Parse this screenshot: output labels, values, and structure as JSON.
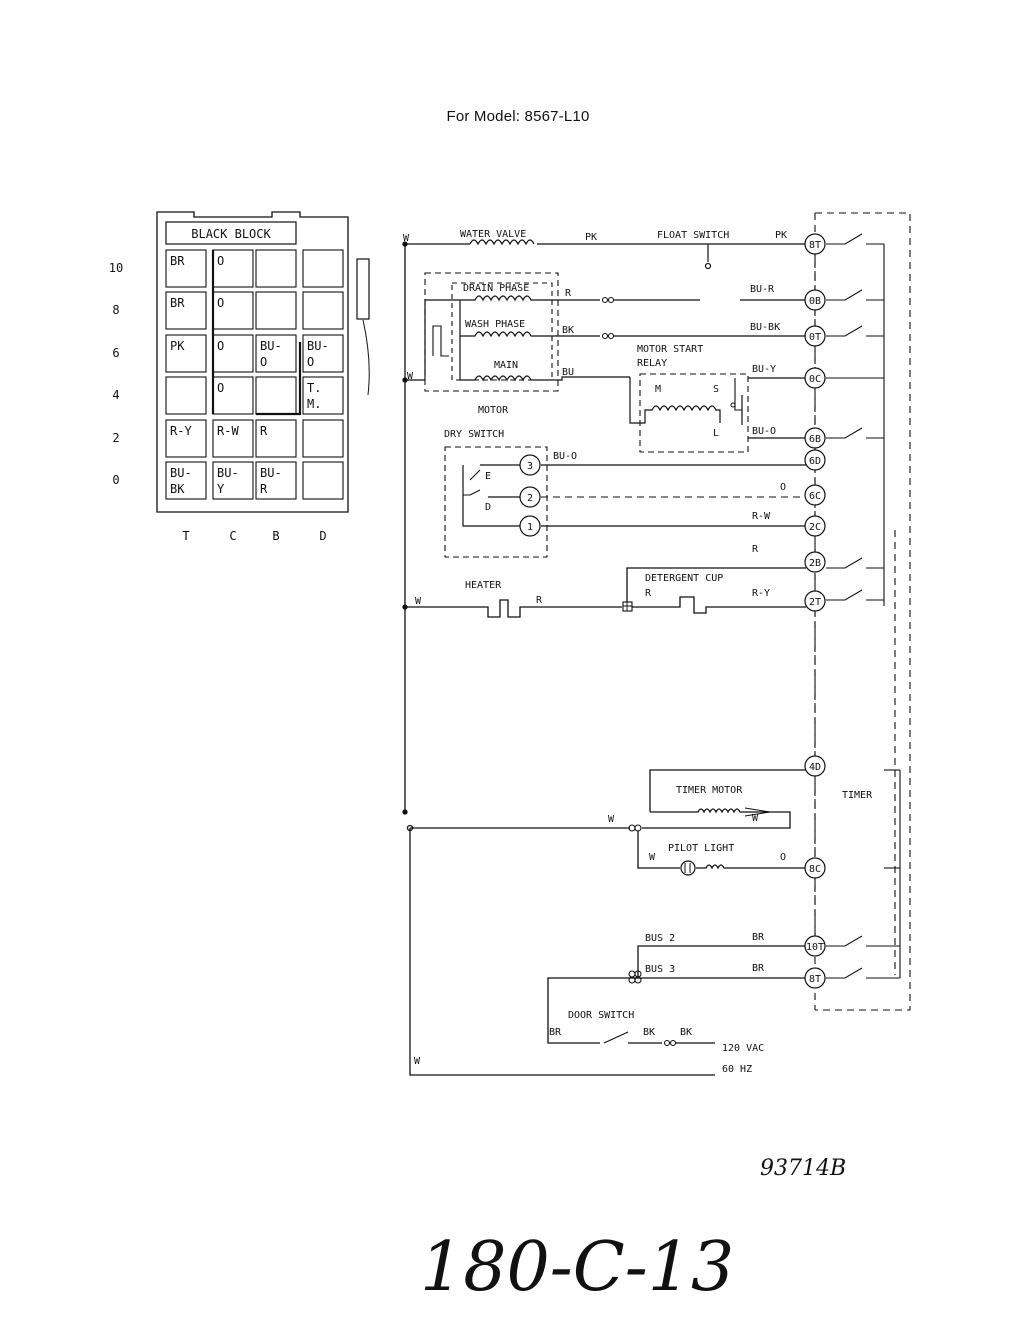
{
  "title": "For Model: 8567-L10",
  "block": {
    "header": "BLACK BLOCK",
    "row_labels": [
      "10",
      "8",
      "6",
      "4",
      "2",
      "0"
    ],
    "col_labels": [
      "T",
      "C",
      "B",
      "D"
    ],
    "cells": [
      [
        "BR",
        "O",
        "",
        ""
      ],
      [
        "BR",
        "O",
        "",
        ""
      ],
      [
        "PK",
        "O",
        "BU-\nO",
        "BU-\nO"
      ],
      [
        "",
        "O",
        "",
        "T.\nM."
      ],
      [
        "R-Y",
        "R-W",
        "R",
        ""
      ],
      [
        "BU-\nBK",
        "BU-\nY",
        "BU-\nR",
        ""
      ]
    ]
  },
  "components": {
    "water_valve": "WATER VALVE",
    "float_switch": "FLOAT SWITCH",
    "drain_phase": "DRAIN PHASE",
    "wash_phase": "WASH PHASE",
    "main": "MAIN",
    "motor": "MOTOR",
    "motor_start_relay_1": "MOTOR START",
    "motor_start_relay_2": "RELAY",
    "relay_m": "M",
    "relay_s": "S",
    "relay_l": "L",
    "dry_switch": "DRY SWITCH",
    "dry_e": "E",
    "dry_d": "D",
    "heater": "HEATER",
    "detergent_cup": "DETERGENT CUP",
    "timer_motor": "TIMER MOTOR",
    "pilot_light": "PILOT LIGHT",
    "timer": "TIMER",
    "bus2": "BUS 2",
    "bus3": "BUS 3",
    "door_switch": "DOOR SWITCH",
    "vac": "120 VAC",
    "hz": "60 HZ"
  },
  "dry_terminals": [
    "3",
    "2",
    "1"
  ],
  "timer_terminals": [
    "8T",
    "0B",
    "0T",
    "0C",
    "6B",
    "6D",
    "6C",
    "2C",
    "2B",
    "2T",
    "4D",
    "8C",
    "10T",
    "8T"
  ],
  "wires": {
    "w": "W",
    "pk": "PK",
    "r": "R",
    "bk": "BK",
    "bu": "BU",
    "br": "BR",
    "o": "O",
    "bu_r": "BU-R",
    "bu_bk": "BU-BK",
    "bu_y": "BU-Y",
    "bu_o": "BU-O",
    "r_w": "R-W",
    "r_y": "R-Y"
  },
  "part_number": "93714B",
  "handwritten": "180-C-13"
}
